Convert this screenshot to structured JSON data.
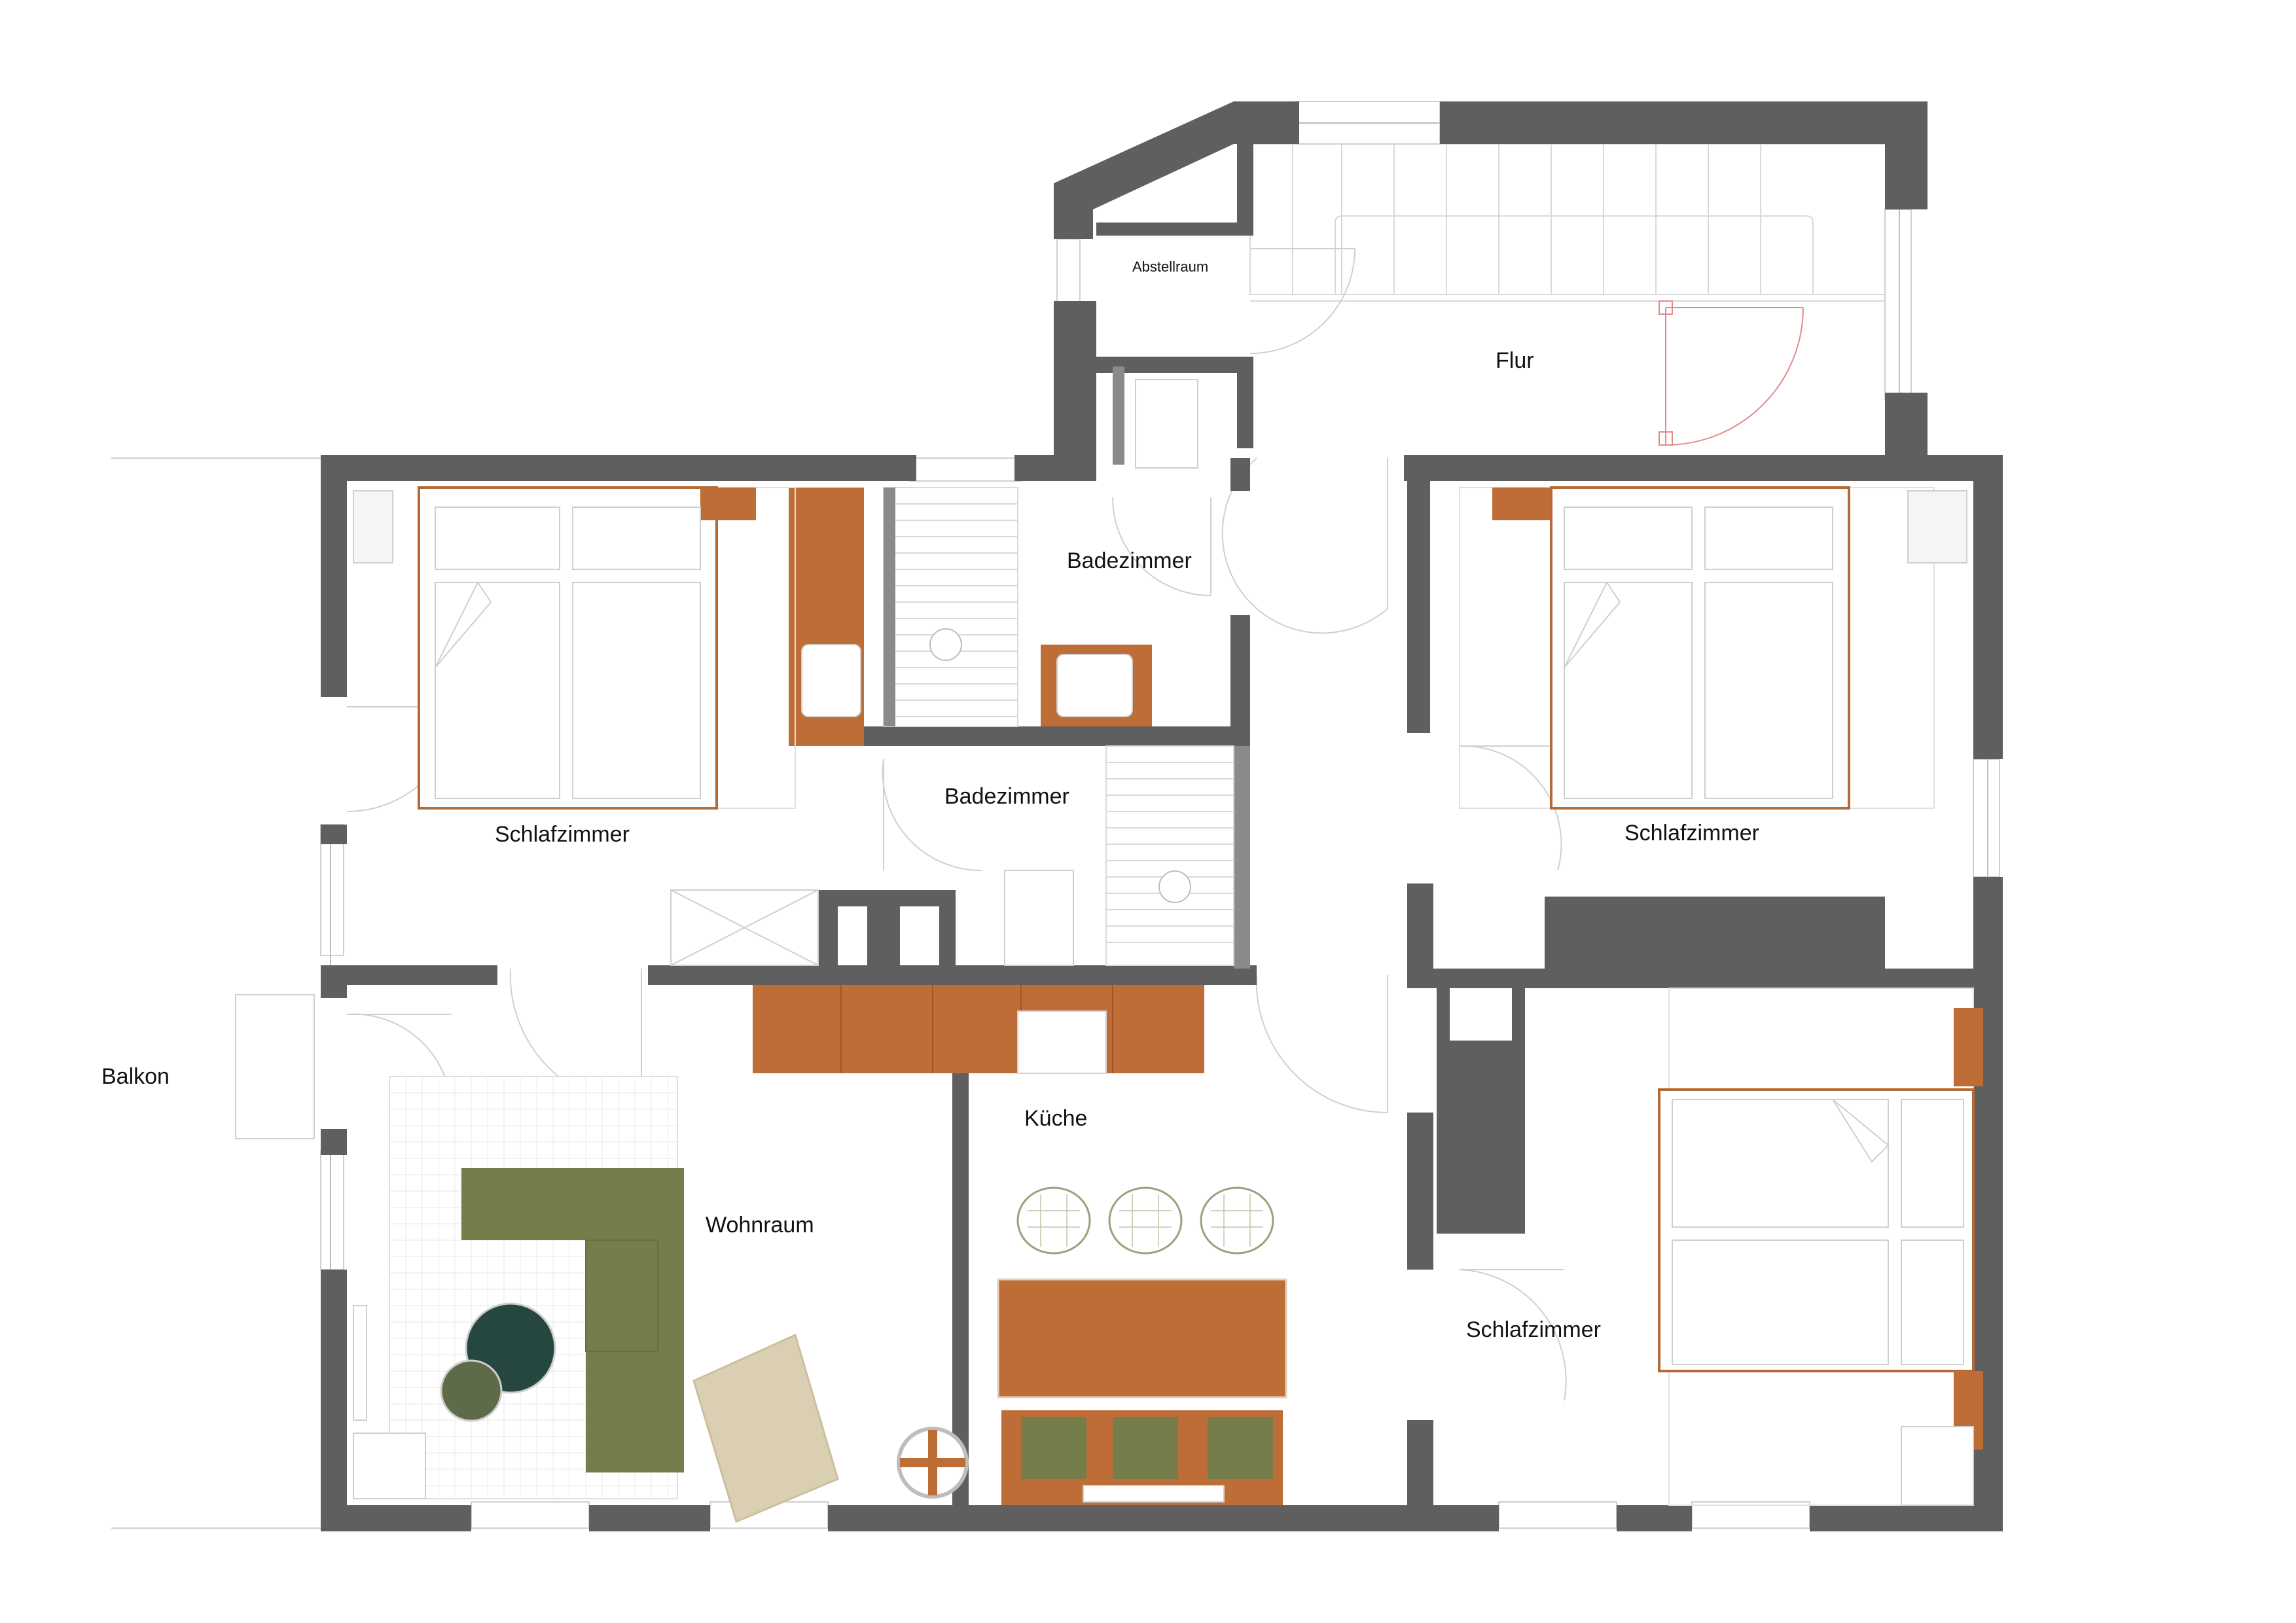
{
  "labels": {
    "flur": "Flur",
    "abstellraum": "Abstellraum",
    "badezimmer_1": "Badezimmer",
    "badezimmer_2": "Badezimmer",
    "schlafzimmer_1": "Schlafzimmer",
    "schlafzimmer_2": "Schlafzimmer",
    "schlafzimmer_3": "Schlafzimmer",
    "balkon": "Balkon",
    "kueche": "Küche",
    "wohnraum": "Wohnraum"
  },
  "colors": {
    "wall": "#5f5f5f",
    "furniture_orange": "#bf6d36",
    "sofa_green": "#757d4a",
    "table_dark_green": "#26473f",
    "stool_green": "#5e6b48",
    "rug_beige": "#dbcfb3",
    "fixture_line": "#cfcfcf",
    "bed_outline": "#b56a36",
    "door_swing": "#d0d0d0",
    "entry_door": "#e28a8a",
    "label_text": "#111111"
  }
}
